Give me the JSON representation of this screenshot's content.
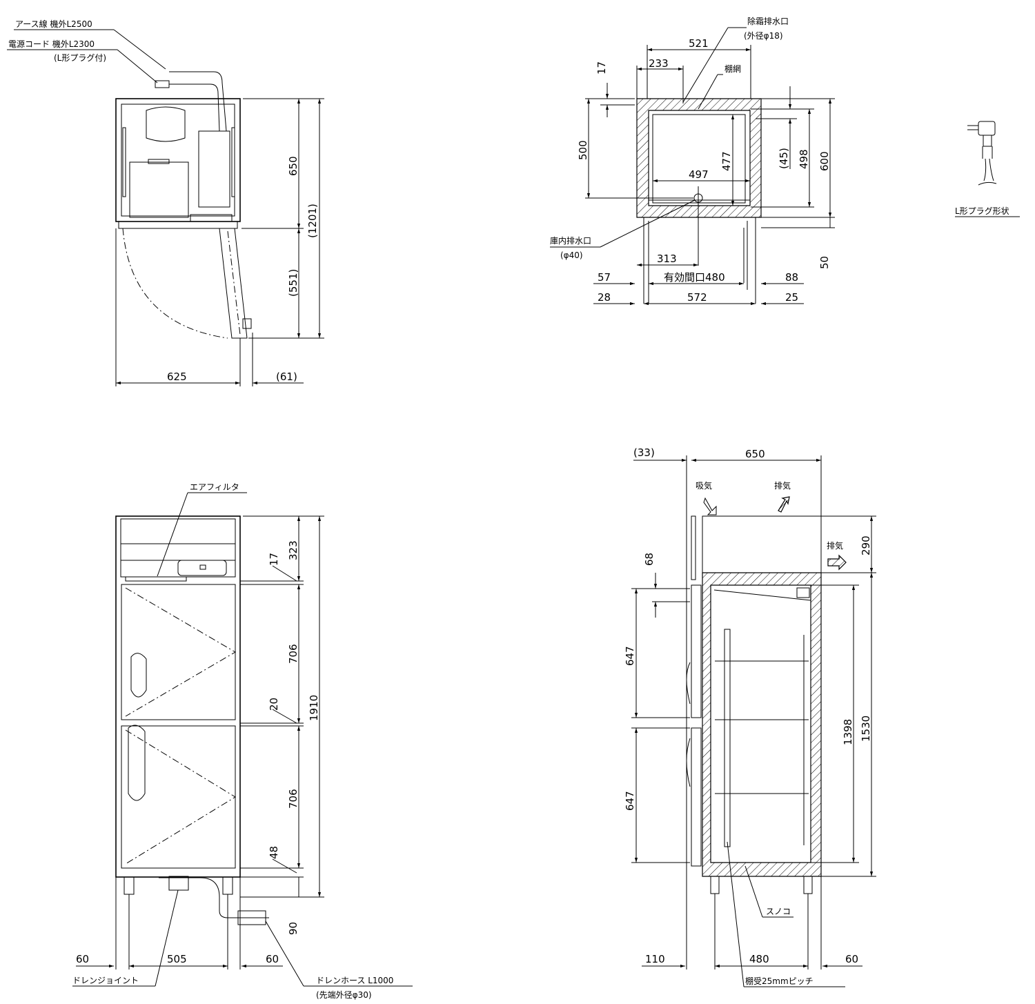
{
  "plan_view": {
    "cable_earth": "アース線 機外L2500",
    "cable_power": "電源コード 機外L2300",
    "plug_note": "(L形プラグ付)",
    "depth_650": "650",
    "total_1201": "(1201)",
    "door_551": "(551)",
    "width_625": "625",
    "offset_61": "(61)"
  },
  "section_view": {
    "defrost_drain": "除霜排水口",
    "defrost_dia": "(外径φ18)",
    "shelf_net": "棚網",
    "w_521": "521",
    "w_233": "233",
    "h_17": "17",
    "h_500": "500",
    "h_477": "477",
    "w_497": "497",
    "h_45": "(45)",
    "h_498": "498",
    "h_600": "600",
    "h_50": "50",
    "inner_drain": "庫内排水口",
    "inner_dia": "(φ40)",
    "w_313": "313",
    "w_57": "57",
    "opening": "有効間口480",
    "w_88": "88",
    "w_28": "28",
    "w_572": "572",
    "w_25": "25"
  },
  "plug_shape": {
    "label": "L形プラグ形状"
  },
  "front_view": {
    "air_filter": "エアフィルタ",
    "h_323": "323",
    "h_17": "17",
    "h_706a": "706",
    "h_20": "20",
    "h_1910": "1910",
    "h_706b": "706",
    "h_48": "48",
    "h_90": "90",
    "w_60a": "60",
    "w_505": "505",
    "w_60b": "60",
    "drain_joint": "ドレンジョイント",
    "drain_hose": "ドレンホース L1000",
    "hose_dia": "(先端外径φ30)"
  },
  "side_view": {
    "w_33": "(33)",
    "w_650": "650",
    "intake": "吸気",
    "exhaust_top": "排気",
    "exhaust_side": "排気",
    "h_290": "290",
    "h_68": "68",
    "h_647a": "647",
    "h_1398": "1398",
    "h_1530": "1530",
    "h_647b": "647",
    "sunoko": "スノコ",
    "w_110": "110",
    "w_480": "480",
    "w_60": "60",
    "shelf_pitch": "棚受25mmピッチ"
  }
}
